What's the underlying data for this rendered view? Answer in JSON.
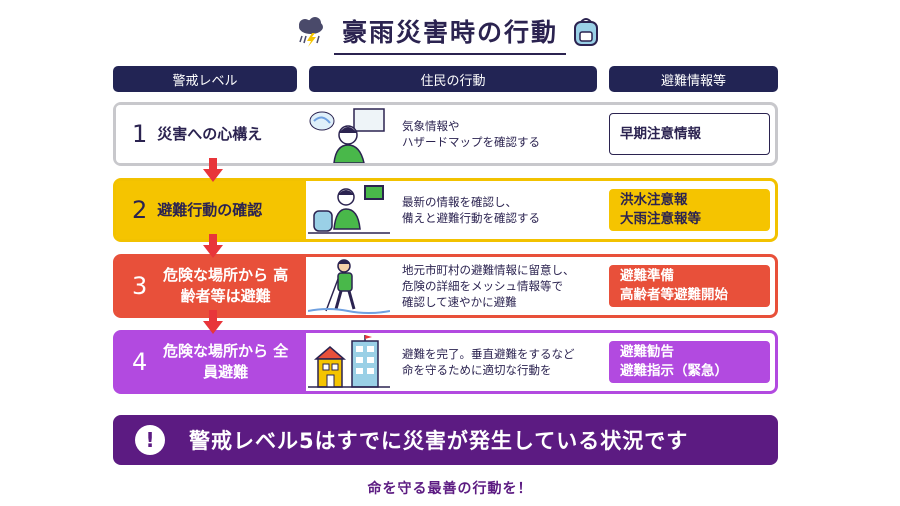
{
  "title": "豪雨災害時の行動",
  "headers": {
    "level": "警戒レベル",
    "action": "住民の行動",
    "info": "避難情報等"
  },
  "rows": [
    {
      "num": "1",
      "level": "災害への心構え",
      "action": "気象情報や\nハザードマップを確認する",
      "info": "早期注意情報",
      "border": "#c8c8cc",
      "level_bg": "#ffffff",
      "info_bg": "#ffffff",
      "info_color": "#2b2350",
      "info_border": "#2b2350"
    },
    {
      "num": "2",
      "level": "避難行動の確認",
      "action": "最新の情報を確認し、\n備えと避難行動を確認する",
      "info": "洪水注意報\n大雨注意報等",
      "border": "#f2c200",
      "level_bg": "#f5c400",
      "info_bg": "#f5c400",
      "info_color": "#2b2350",
      "info_border": "#f5c400"
    },
    {
      "num": "3",
      "level": "危険な場所から\n高齢者等は避難",
      "action": "地元市町村の避難情報に留意し、\n危険の詳細をメッシュ情報等で\n確認して速やかに避難",
      "info": "避難準備\n高齢者等避難開始",
      "border": "#e8503a",
      "level_bg": "#e8503a",
      "info_bg": "#e8503a",
      "info_color": "#ffffff",
      "info_border": "#e8503a"
    },
    {
      "num": "4",
      "level": "危険な場所から\n全員避難",
      "action": "避難を完了。垂直避難をするなど\n命を守るために適切な行動を",
      "info": "避難勧告\n避難指示（緊急）",
      "border": "#b24ae0",
      "level_bg": "#b24ae0",
      "info_bg": "#b24ae0",
      "info_color": "#ffffff",
      "info_border": "#b24ae0"
    }
  ],
  "alert": {
    "mark": "!",
    "text": "警戒レベル5はすでに災害が発生している状況です"
  },
  "footer": "命を守る最善の行動を！",
  "colors": {
    "navy": "#222454",
    "arrow": "#e8353a",
    "alert_bg": "#5c1b82"
  },
  "icons": [
    "storm-cloud-icon",
    "backpack-icon",
    "warning-arrow-icon"
  ]
}
